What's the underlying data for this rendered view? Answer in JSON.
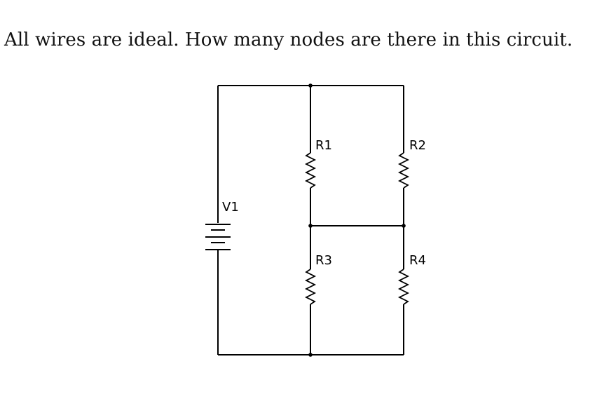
{
  "question": "All wires are ideal. How many nodes are there in this circuit.",
  "labels": {
    "v1": "V1",
    "r1": "R1",
    "r2": "R2",
    "r3": "R3",
    "r4": "R4"
  }
}
